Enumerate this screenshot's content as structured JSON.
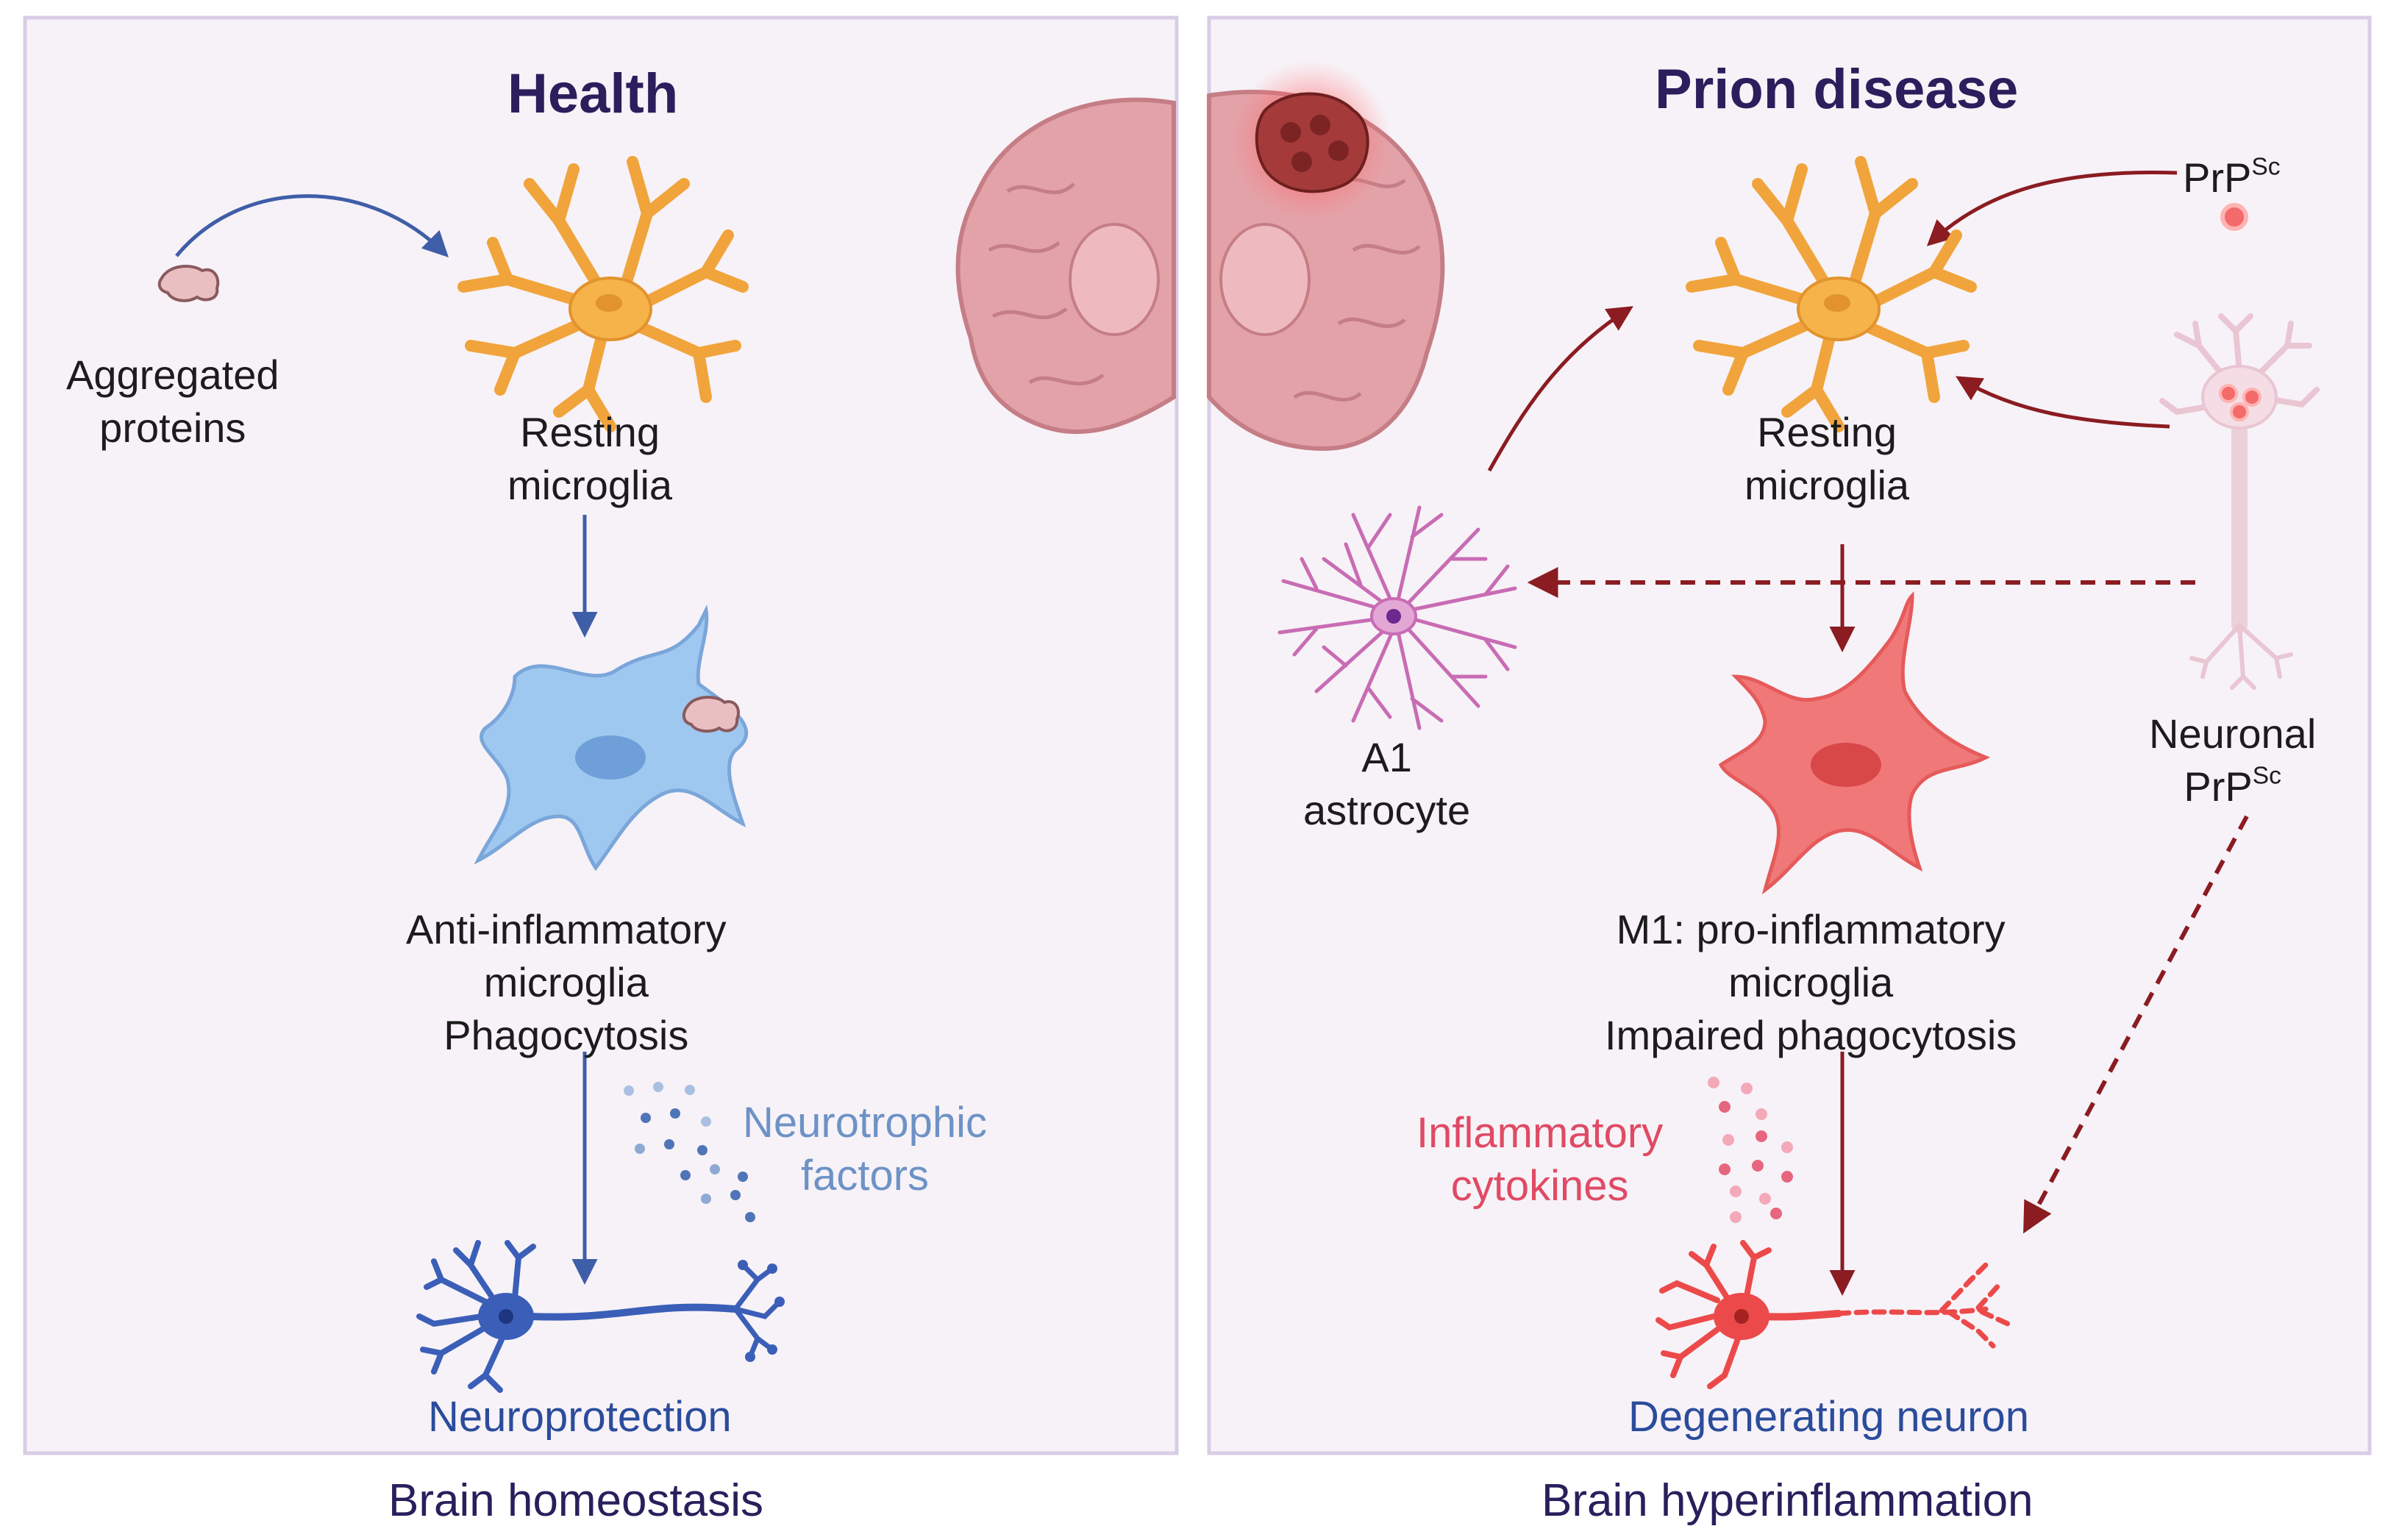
{
  "panels": {
    "health": {
      "title": "Health",
      "aggregated_proteins": [
        "Aggregated",
        "proteins"
      ],
      "resting_microglia": [
        "Resting",
        "microglia"
      ],
      "anti_inflammatory": [
        "Anti-inflammatory",
        "microglia",
        "Phagocytosis"
      ],
      "neurotrophic": [
        "Neurotrophic",
        "factors"
      ],
      "outcome": "Neuroprotection",
      "caption": "Brain homeostasis"
    },
    "prion": {
      "title": "Prion disease",
      "prpsc_base": "PrP",
      "prpsc_sup": "Sc",
      "resting_microglia": [
        "Resting",
        "microglia"
      ],
      "a1_astrocyte": [
        "A1",
        "astrocyte"
      ],
      "neuronal_prpsc": [
        "Neuronal",
        "PrP"
      ],
      "neuronal_prpsc_sup": "Sc",
      "m1_microglia": [
        "M1: pro-inflammatory",
        "microglia",
        "Impaired phagocytosis"
      ],
      "cytokines": [
        "Inflammatory",
        "cytokines"
      ],
      "outcome": "Degenerating neuron",
      "caption": "Brain hyperinflammation"
    }
  },
  "colors": {
    "panel_bg": "#f7f2f7",
    "panel_border": "#d9cde6",
    "title": "#2a1f5c",
    "resting_microglia": "#f5b34a",
    "anti_inflammatory_microglia": "#9fc8f0",
    "healthy_neuron": "#3b5fb8",
    "m1_microglia": "#f07878",
    "astrocyte": "#c86cb4",
    "degenerating_neuron": "#ec4a4a",
    "disease_arrow": "#8a1c22",
    "health_arrow": "#3f5ea8",
    "brain": "#e3a2a8"
  },
  "icons": [
    "brain-section-icon",
    "aggregated-protein-icon",
    "resting-microglia-icon",
    "anti-inflammatory-microglia-icon",
    "healthy-neuron-icon",
    "a1-astrocyte-icon",
    "m1-microglia-icon",
    "degenerating-neuron-icon",
    "neuronal-prpsc-neuron-icon",
    "prpsc-particle-icon",
    "neurotrophic-factor-dots-icon",
    "inflammatory-cytokine-dots-icon"
  ]
}
